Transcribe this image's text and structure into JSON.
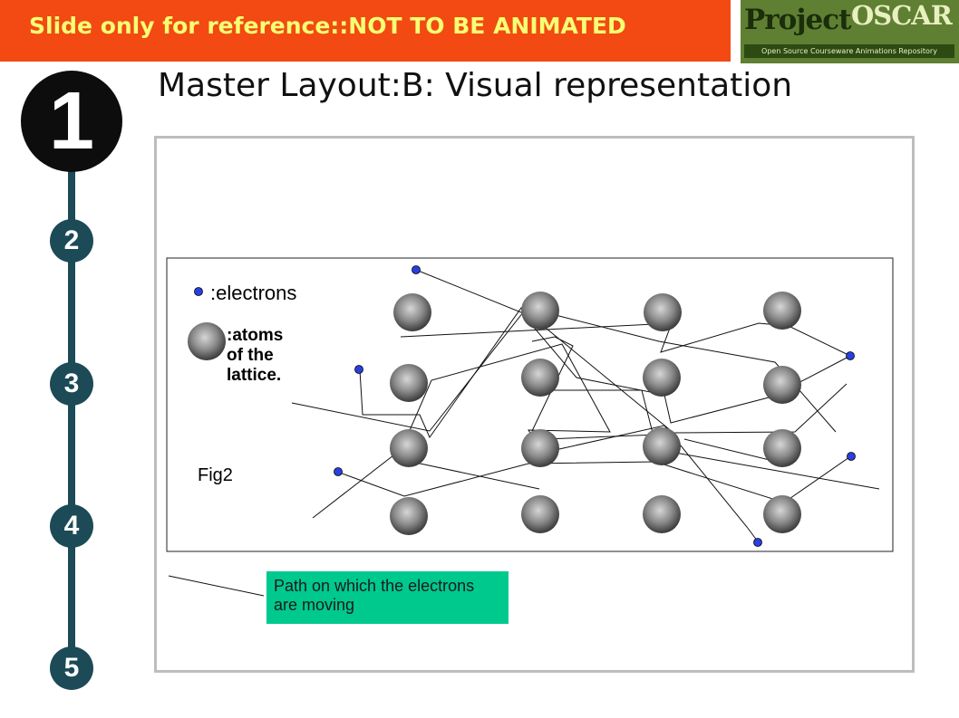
{
  "banner": {
    "text": "Slide only for reference::NOT TO BE ANIMATED"
  },
  "logo": {
    "word1": "Project",
    "word2": "OSCAR",
    "subtitle": "Open Source Courseware Animations Repository"
  },
  "title": "Master Layout:B: Visual representation",
  "steps": [
    "1",
    "2",
    "3",
    "4",
    "5"
  ],
  "diagram": {
    "legend_electrons": ":electrons",
    "legend_atoms": [
      ":atoms",
      "of the",
      "lattice."
    ],
    "figure_label": "Fig2",
    "caption": "Path on which the electrons are moving"
  },
  "colors": {
    "banner": "#f24a12",
    "banner_text": "#f6ff74",
    "timeline": "#1c4a57",
    "caption_bg": "#00c98e",
    "electron": "#2a3fe0"
  }
}
